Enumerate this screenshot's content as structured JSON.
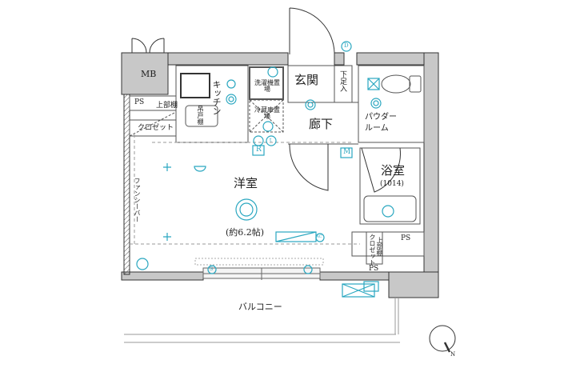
{
  "rooms": {
    "mb": "MB",
    "ps_left": "PS",
    "upper_shelf_left": "上部棚",
    "closet_left": "クロゼット",
    "kitchen": "キッチン",
    "hanging_cabinet": "吊戸棚",
    "washer_space": "洗濯機置場",
    "fridge_space": "冷蔵庫置場",
    "entrance": "玄関",
    "shoe_cabinet": "下足入",
    "hallway": "廊下",
    "powder_room": "パウダールーム",
    "bathroom": "浴室",
    "bathroom_size": "(1014)",
    "western_room": "洋室",
    "western_room_size": "(約6.2帖)",
    "fancy_bar": "ファンシーバー",
    "closet_right": "クロゼット",
    "upper_shelf_right": "上部棚",
    "ps_right": "PS",
    "ps_bottom": "PS",
    "balcony": "バルコニー"
  },
  "symbols": {
    "meter": "M",
    "refrigerator_outlet": "R",
    "doorbell": "D",
    "aircon": "AC",
    "smoke_sensor": "S",
    "tv": "t",
    "north": "N"
  },
  "colors": {
    "wall": "#c8c8c8",
    "line": "#333333",
    "equipment": "#2aa7c0"
  }
}
